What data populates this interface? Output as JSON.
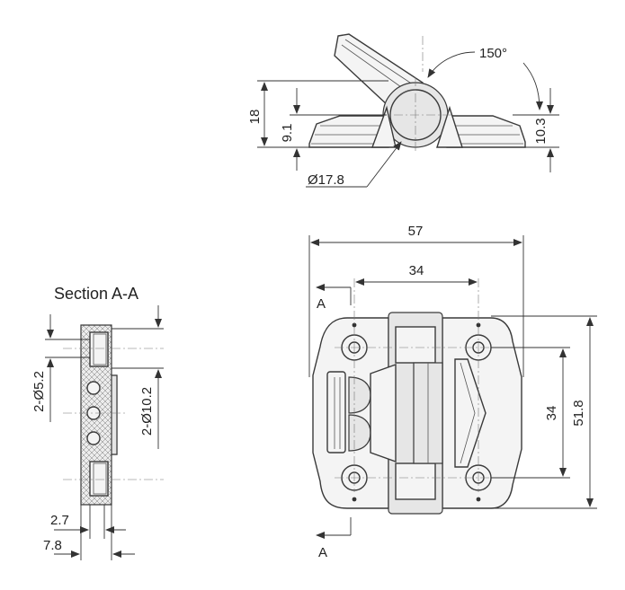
{
  "section_label": "Section A-A",
  "dimensions": {
    "top_angle": "150°",
    "top_height": "18",
    "top_axis_height": "9.1",
    "top_right_height": "10.3",
    "knuckle_diameter": "Ø17.8",
    "front_width": "57",
    "front_hole_spacing_h": "34",
    "front_hole_spacing_v": "34",
    "front_height": "51.8",
    "section_hole_small": "2-Ø5.2",
    "section_hole_large": "2-Ø10.2",
    "section_thickness_thin": "2.7",
    "section_thickness": "7.8"
  },
  "section_markers": {
    "top": "A",
    "bottom": "A"
  }
}
